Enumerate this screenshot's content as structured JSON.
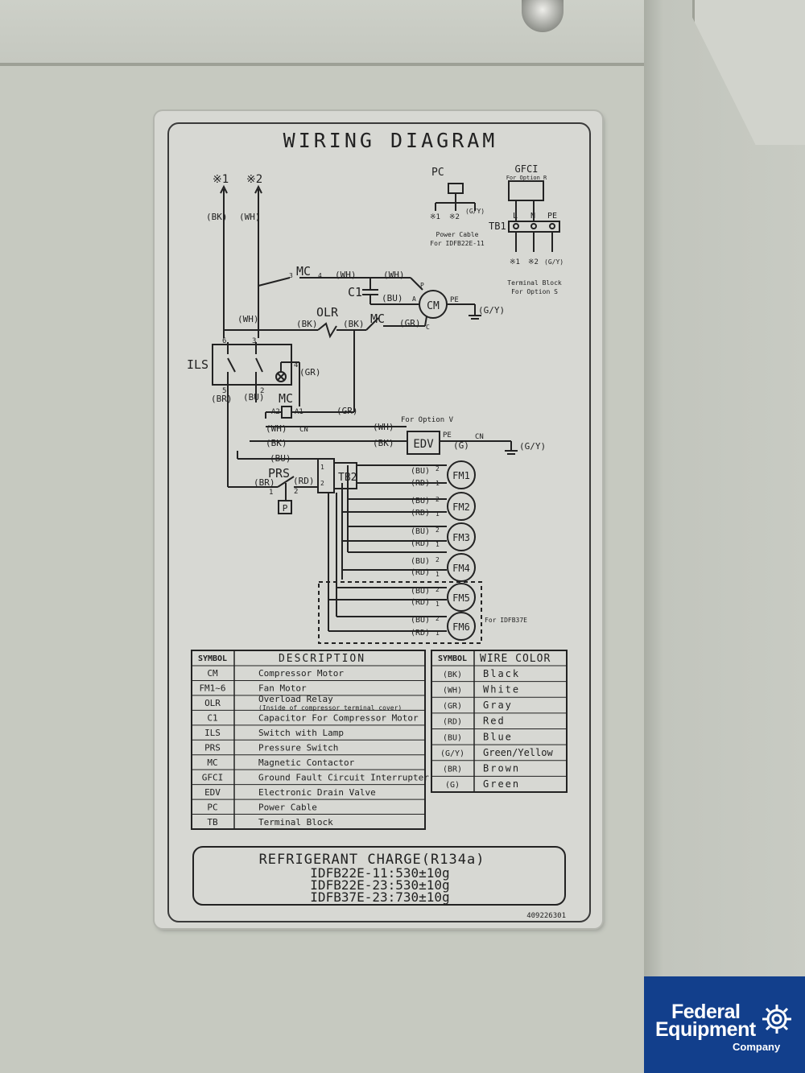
{
  "label": {
    "title": "WIRING DIAGRAM",
    "part_number": "409226301"
  },
  "schematic": {
    "power_inputs": [
      "※1",
      "※2"
    ],
    "wire_tags": {
      "bk": "(BK)",
      "wh": "(WH)",
      "gr": "(GR)",
      "bu": "(BU)",
      "br": "(BR)",
      "rd": "(RD)",
      "gy": "(G/Y)",
      "g": "(G)"
    },
    "components": {
      "mc4": "MC",
      "c1": "C1",
      "cm": "CM",
      "olr": "OLR",
      "mc2": "MC",
      "ils": "ILS",
      "mc": "MC",
      "edv": "EDV",
      "prs": "PRS",
      "tb2": "TB2",
      "p": "P",
      "cn": "CN",
      "pe": "PE"
    },
    "terminals": {
      "a": "A",
      "p": "P",
      "c": "C",
      "a2": "A2",
      "a1": "A1",
      "n1": "1",
      "n2": "2",
      "n3": "3",
      "n4": "4",
      "n5": "5",
      "n6": "6"
    },
    "fan_motors": [
      "FM1",
      "FM2",
      "FM3",
      "FM4",
      "FM5",
      "FM6"
    ],
    "option_v_note": "For Option V",
    "option_fm_note": "For IDFB37E",
    "pc_block": {
      "pc_label": "PC",
      "caption_1": "Power Cable",
      "caption_2": "For IDFB22E-11",
      "leads": [
        "※1",
        "※2",
        "(G/Y)"
      ]
    },
    "gfci_block": {
      "gfci_label": "GFCI",
      "option_r": "For Option R",
      "tb1": "TB1",
      "terminals": [
        "L",
        "N",
        "PE"
      ],
      "leads": [
        "※1",
        "※2",
        "(G/Y)"
      ],
      "caption_1": "Terminal Block",
      "caption_2": "For Option S"
    }
  },
  "symbols_table": {
    "headers": [
      "SYMBOL",
      "DESCRIPTION"
    ],
    "rows": [
      {
        "symbol": "CM",
        "desc": "Compressor Motor",
        "desc2": ""
      },
      {
        "symbol": "FM1~6",
        "desc": "Fan Motor",
        "desc2": ""
      },
      {
        "symbol": "OLR",
        "desc": "Overload Relay",
        "desc2": "(Inside of compressor terminal cover)"
      },
      {
        "symbol": "C1",
        "desc": "Capacitor For Compressor Motor",
        "desc2": ""
      },
      {
        "symbol": "ILS",
        "desc": "Switch with Lamp",
        "desc2": ""
      },
      {
        "symbol": "PRS",
        "desc": "Pressure Switch",
        "desc2": ""
      },
      {
        "symbol": "MC",
        "desc": "Magnetic Contactor",
        "desc2": ""
      },
      {
        "symbol": "GFCI",
        "desc": "Ground Fault Circuit Interrupter",
        "desc2": ""
      },
      {
        "symbol": "EDV",
        "desc": "Electronic Drain Valve",
        "desc2": ""
      },
      {
        "symbol": "PC",
        "desc": "Power Cable",
        "desc2": ""
      },
      {
        "symbol": "TB",
        "desc": "Terminal Block",
        "desc2": ""
      }
    ]
  },
  "wire_table": {
    "headers": [
      "SYMBOL",
      "WIRE COLOR"
    ],
    "rows": [
      {
        "symbol": "(BK)",
        "color": "Black"
      },
      {
        "symbol": "(WH)",
        "color": "White"
      },
      {
        "symbol": "(GR)",
        "color": "Gray"
      },
      {
        "symbol": "(RD)",
        "color": "Red"
      },
      {
        "symbol": "(BU)",
        "color": "Blue"
      },
      {
        "symbol": "(G/Y)",
        "color": "Green/Yellow"
      },
      {
        "symbol": "(BR)",
        "color": "Brown"
      },
      {
        "symbol": "(G)",
        "color": "Green"
      }
    ]
  },
  "refrigerant": {
    "title": "REFRIGERANT CHARGE(R134a)",
    "lines": [
      "IDFB22E-11:530±10g",
      "IDFB22E-23:530±10g",
      "IDFB37E-23:730±10g"
    ]
  },
  "logo": {
    "line1": "Federal",
    "line2": "Equipment",
    "line3": "Company",
    "brand_color": "#123f8c"
  }
}
